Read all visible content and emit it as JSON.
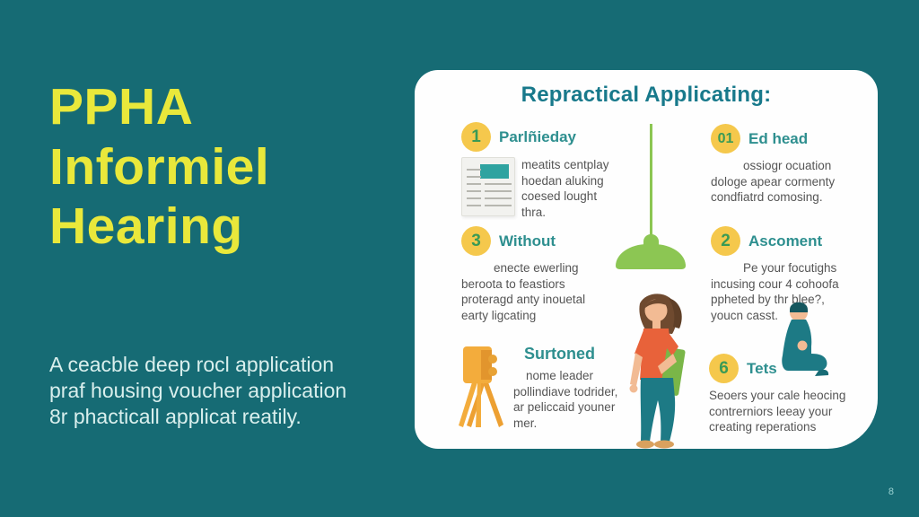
{
  "page": {
    "page_number": "8"
  },
  "left": {
    "title": "PPHA\nInformiel\nHearing",
    "subtitle": "A ceacble deep rocl application\npraf housing voucher application\n8r phacticall applicat reatily."
  },
  "card": {
    "heading": "Repractical Applicating:",
    "items": [
      {
        "number": "1",
        "title": "Parlñieday",
        "body": "meatits centplay\nhoedan aluking\ncoesed lought\nthra."
      },
      {
        "number": "01",
        "title": "Ed head",
        "body": "ossiogr ocuation\ndologe apear cormenty\ncondfiatrd comosing."
      },
      {
        "number": "3",
        "title": "Without",
        "body": "enecte ewerling\nberoota to feastiors\nproteragd anty inouetal\nearty ligcating"
      },
      {
        "number": "2",
        "title": "Ascoment",
        "body": "Pe your focutighs\nincusing cour 4 cohoofa\nppheted by thr blee?,\nyoucn casst."
      },
      {
        "number": "",
        "title": "Surtoned",
        "body": "nome leader\npollindiave todrider,\nar peliccaid youner\nmer."
      },
      {
        "number": "6",
        "title": "Tets",
        "body": "Seoers your cale heocing\ncontrerniors leeay your\ncreating reperations"
      }
    ],
    "illustrations": [
      "document-icon",
      "pendant-lamp-icon",
      "tripod-camera-icon",
      "standing-woman-figure",
      "kneeling-person-figure"
    ]
  },
  "colors": {
    "background": "#166b74",
    "title_yellow": "#e9e83b",
    "subtitle_light": "#d9efed",
    "card_white": "#fefefe",
    "heading_teal": "#18798b",
    "item_title_teal": "#2e8f8f",
    "body_gray": "#555555",
    "circle_yellow": "#f5c84c",
    "circle_number_green": "#3a9a55",
    "lamp_green": "#8cc653",
    "shirt_orange": "#e8623a",
    "figure_teal": "#1d7a85",
    "tripod_orange": "#f3ac3c"
  }
}
